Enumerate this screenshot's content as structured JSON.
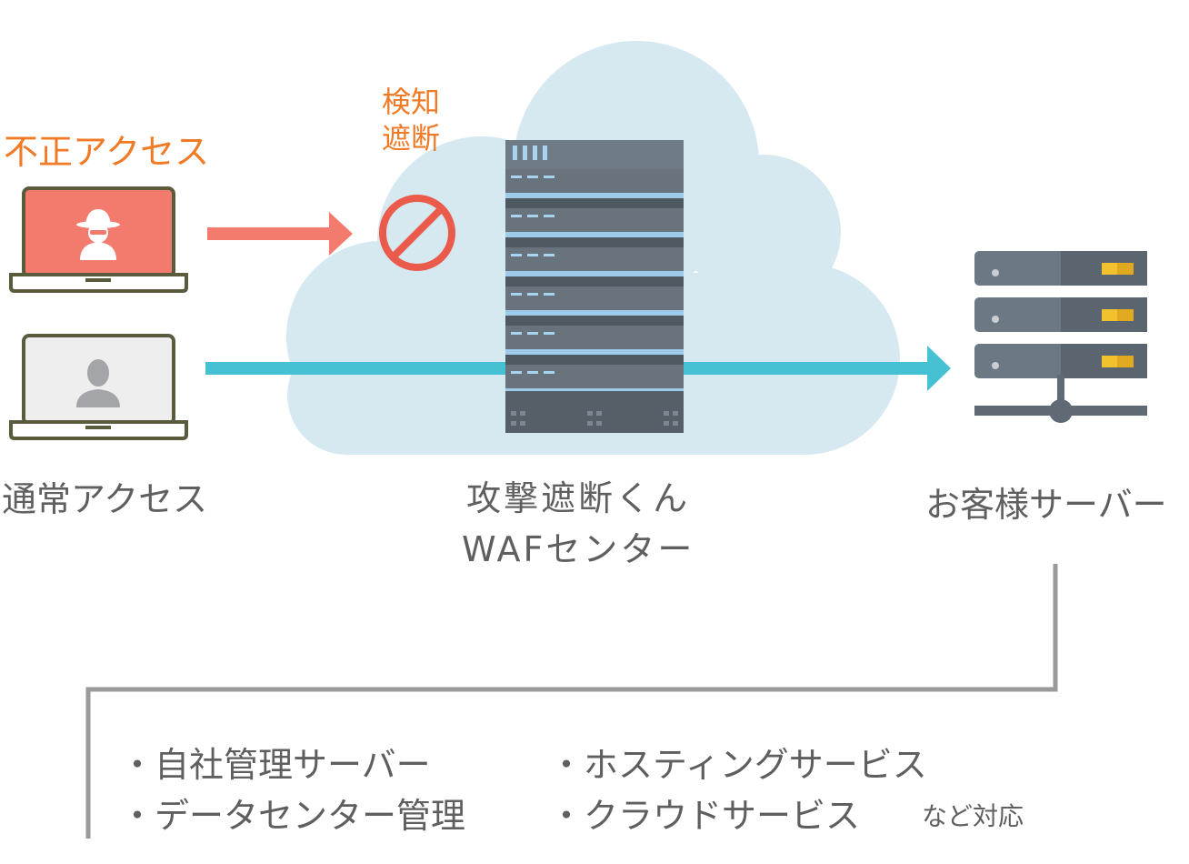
{
  "labels": {
    "illegal_access": "不正アクセス",
    "detect_line1": "検知",
    "detect_line2": "遮断",
    "normal_access": "通常アクセス",
    "waf_line1": "攻撃遮断くん",
    "waf_line2": "WAFセンター",
    "customer_server": "お客様サーバー"
  },
  "services": {
    "items": [
      "・自社管理サーバー",
      "・ホスティングサービス",
      "・データセンター管理",
      "・クラウドサービス"
    ],
    "note": "など対応"
  },
  "icons": {
    "attacker": "hacker-laptop-icon",
    "user": "user-laptop-icon",
    "block": "prohibited-icon",
    "waf": "server-rack-icon",
    "customer": "server-network-icon",
    "cloud": "cloud-icon"
  },
  "colors": {
    "attack_arrow": "#f37b6e",
    "normal_arrow": "#46c0d3",
    "accent_text": "#f07a26",
    "cloud": "#d6e9f1",
    "block": "#eb5b4b"
  }
}
